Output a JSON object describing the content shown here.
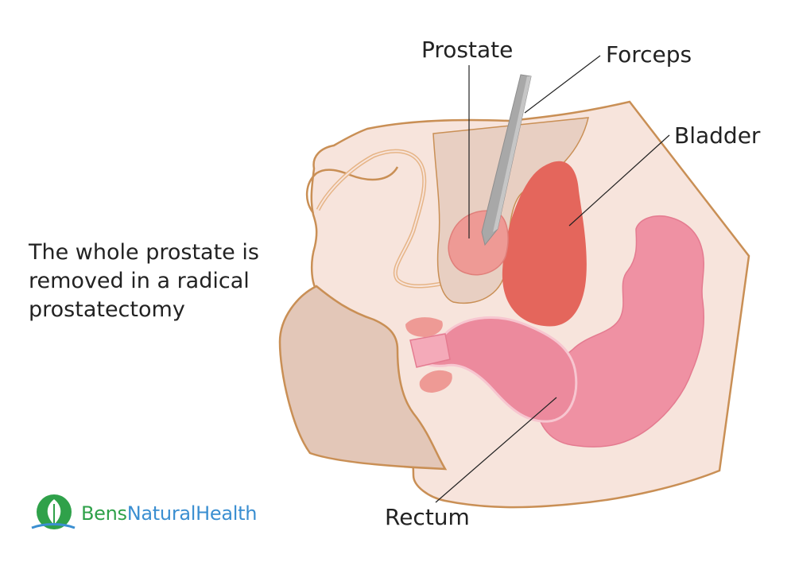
{
  "labels": {
    "prostate": "Prostate",
    "forceps": "Forceps",
    "bladder": "Bladder",
    "rectum": "Rectum"
  },
  "caption": {
    "line1": "The whole prostate is",
    "line2": "removed in a radical",
    "line3": "prostatectomy"
  },
  "logo": {
    "part1": "Bens",
    "part2": "NaturalHealth"
  },
  "colors": {
    "outline": "#c98f55",
    "body_fill": "#f7e4dc",
    "dark_tissue": "#e3c7b8",
    "bladder": "#e4665c",
    "prostate": "#ee9a95",
    "rectum": "#ee8ea0",
    "colon": "#ef91a3",
    "forceps": "#a8a8a8",
    "logo_green": "#2fa14a",
    "logo_blue": "#3b8fd1"
  }
}
